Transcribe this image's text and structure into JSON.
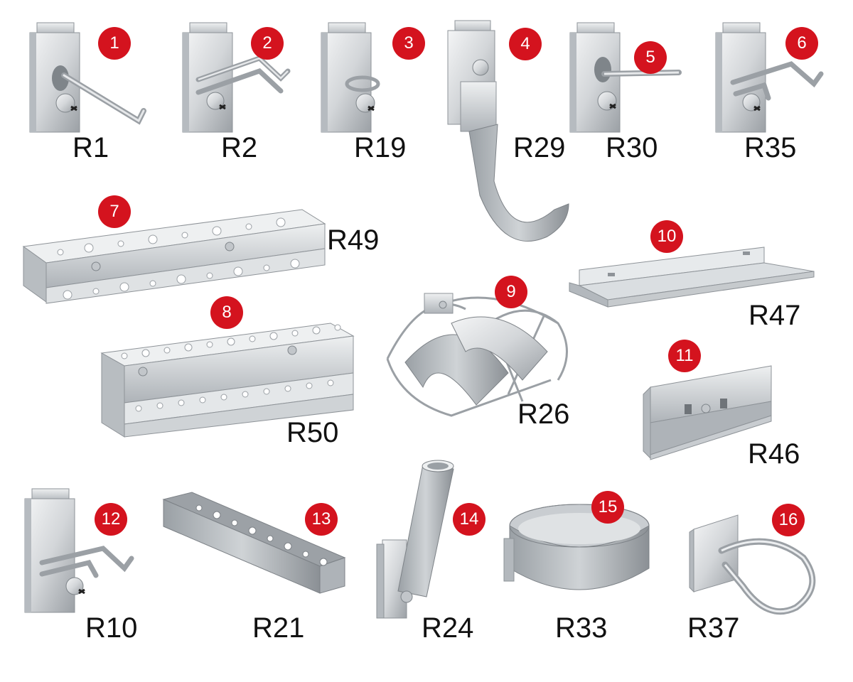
{
  "colors": {
    "badge": "#d4131e",
    "metal_light": "#e9ebed",
    "metal_mid": "#c4c8cc",
    "metal_dark": "#8e9398",
    "text": "#111111"
  },
  "items": [
    {
      "number": "1",
      "code": "R1",
      "icon": "single-hook-icon"
    },
    {
      "number": "2",
      "code": "R2",
      "icon": "double-prong-hook-icon"
    },
    {
      "number": "3",
      "code": "R19",
      "icon": "ring-clip-icon"
    },
    {
      "number": "4",
      "code": "R29",
      "icon": "curved-bracket-hook-icon"
    },
    {
      "number": "5",
      "code": "R30",
      "icon": "straight-hook-icon"
    },
    {
      "number": "6",
      "code": "R35",
      "icon": "double-loop-hook-icon"
    },
    {
      "number": "7",
      "code": "R49",
      "icon": "perforated-tool-rack-icon"
    },
    {
      "number": "8",
      "code": "R50",
      "icon": "two-level-tool-rack-icon"
    },
    {
      "number": "9",
      "code": "R26",
      "icon": "hose-holder-icon"
    },
    {
      "number": "10",
      "code": "R47",
      "icon": "shelf-icon"
    },
    {
      "number": "11",
      "code": "R46",
      "icon": "channel-bracket-icon"
    },
    {
      "number": "12",
      "code": "R10",
      "icon": "small-double-hook-icon"
    },
    {
      "number": "13",
      "code": "R21",
      "icon": "perforated-strip-rack-icon"
    },
    {
      "number": "14",
      "code": "R24",
      "icon": "tube-holder-icon"
    },
    {
      "number": "15",
      "code": "R33",
      "icon": "round-bin-icon"
    },
    {
      "number": "16",
      "code": "R37",
      "icon": "loop-hook-icon"
    }
  ]
}
